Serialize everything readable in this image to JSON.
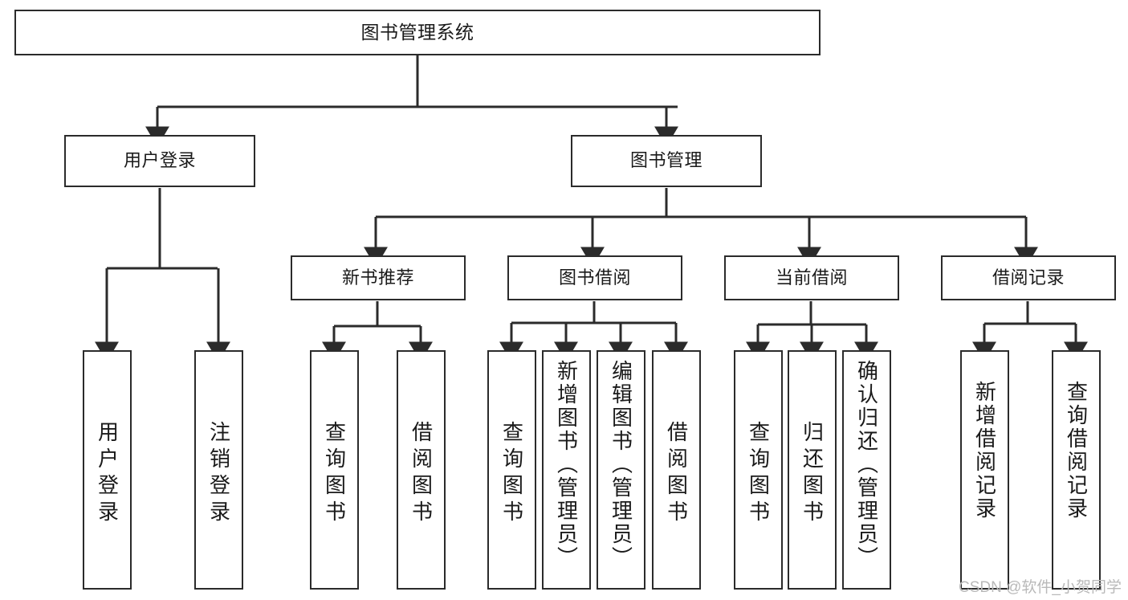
{
  "diagram": {
    "title": "图书管理系统",
    "type": "tree-hierarchy-chart",
    "watermark": "CSDN @软件_小贺同学",
    "line_color": "#2b2b2b",
    "box_fill": "#ffffff",
    "text_color": "#1a1a1a",
    "nodes": {
      "root": {
        "label": "图书管理系统"
      },
      "level2": [
        {
          "label": "用户登录"
        },
        {
          "label": "图书管理"
        }
      ],
      "level3": [
        {
          "label": "新书推荐"
        },
        {
          "label": "图书借阅"
        },
        {
          "label": "当前借阅"
        },
        {
          "label": "借阅记录"
        }
      ],
      "leaves_user_login": [
        {
          "label": "用户登录"
        },
        {
          "label": "注销登录"
        }
      ],
      "leaves_new_book": [
        {
          "label": "查询图书"
        },
        {
          "label": "借阅图书"
        }
      ],
      "leaves_borrow": [
        {
          "label": "查询图书"
        },
        {
          "label": "新增图书（管理员）"
        },
        {
          "label": "编辑图书（管理员）"
        },
        {
          "label": "借阅图书"
        }
      ],
      "leaves_current": [
        {
          "label": "查询图书"
        },
        {
          "label": "归还图书"
        },
        {
          "label": "确认归还（管理员）"
        }
      ],
      "leaves_records": [
        {
          "label": "新增借阅记录"
        },
        {
          "label": "查询借阅记录"
        }
      ]
    }
  }
}
